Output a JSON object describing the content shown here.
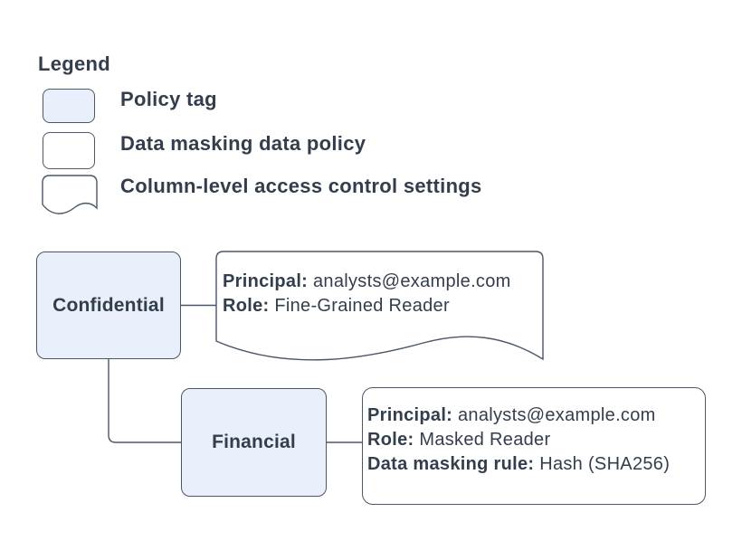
{
  "legend": {
    "title": "Legend",
    "items": [
      {
        "id": "policy-tag",
        "label": "Policy tag"
      },
      {
        "id": "data-masking-data-policy",
        "label": "Data masking data policy"
      },
      {
        "id": "column-level-access-control-settings",
        "label": "Column-level access control settings"
      }
    ]
  },
  "diagram": {
    "policy_tags": [
      {
        "name": "Confidential"
      },
      {
        "name": "Financial"
      }
    ],
    "column_access_settings": {
      "principal_label": "Principal:",
      "principal_value": "analysts@example.com",
      "role_label": "Role:",
      "role_value": "Fine-Grained Reader"
    },
    "data_masking_policy": {
      "principal_label": "Principal:",
      "principal_value": "analysts@example.com",
      "role_label": "Role:",
      "role_value": "Masked Reader",
      "rule_label": "Data masking rule:",
      "rule_value": "Hash (SHA256)"
    }
  },
  "colors": {
    "policy_tag_fill": "#e9f0fb",
    "shape_fill": "#ffffff",
    "stroke": "#4b5667",
    "text": "#333e4d",
    "background": "#ffffff"
  }
}
